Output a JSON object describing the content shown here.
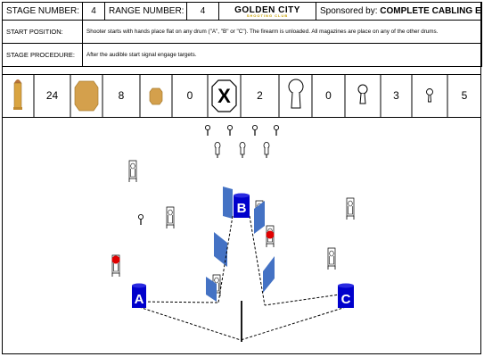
{
  "header": {
    "stage_number_label": "STAGE NUMBER:",
    "stage_number": "4",
    "range_number_label": "RANGE NUMBER:",
    "range_number": "4",
    "logo_text": "GOLDEN CITY",
    "logo_sub": "SHOOTING CLUB",
    "sponsor_label": "Sponsored by:",
    "sponsor_name": "COMPLETE CABLING EQUIPMENT"
  },
  "start_position": {
    "label": "START POSITION:",
    "text": "Shooter starts with hands place flat on any drum (\"A\", \"B\" or \"C\"). The firearm is unloaded. All magazines are place on any of the other drums."
  },
  "stage_procedure": {
    "label": "STAGE PROCEDURE:",
    "text": "After the audible start signal engage targets."
  },
  "counts": [
    {
      "icon": "cartridge-icon",
      "value": "24"
    },
    {
      "icon": "large-paper-target-icon",
      "value": "8"
    },
    {
      "icon": "small-paper-target-icon",
      "value": "0"
    },
    {
      "icon": "no-shoot-target-icon",
      "value": "2"
    },
    {
      "icon": "large-popper-icon",
      "value": "0"
    },
    {
      "icon": "medium-popper-icon",
      "value": "3"
    },
    {
      "icon": "small-popper-icon",
      "value": "5"
    }
  ],
  "drums": [
    {
      "label": "A",
      "color": "#0000cc"
    },
    {
      "label": "B",
      "color": "#0000cc"
    },
    {
      "label": "C",
      "color": "#0000cc"
    }
  ],
  "colors": {
    "drum": "#0000cc",
    "wall": "#4472c4",
    "no_shoot": "#e00000",
    "logo_gold": "#d4a500"
  }
}
